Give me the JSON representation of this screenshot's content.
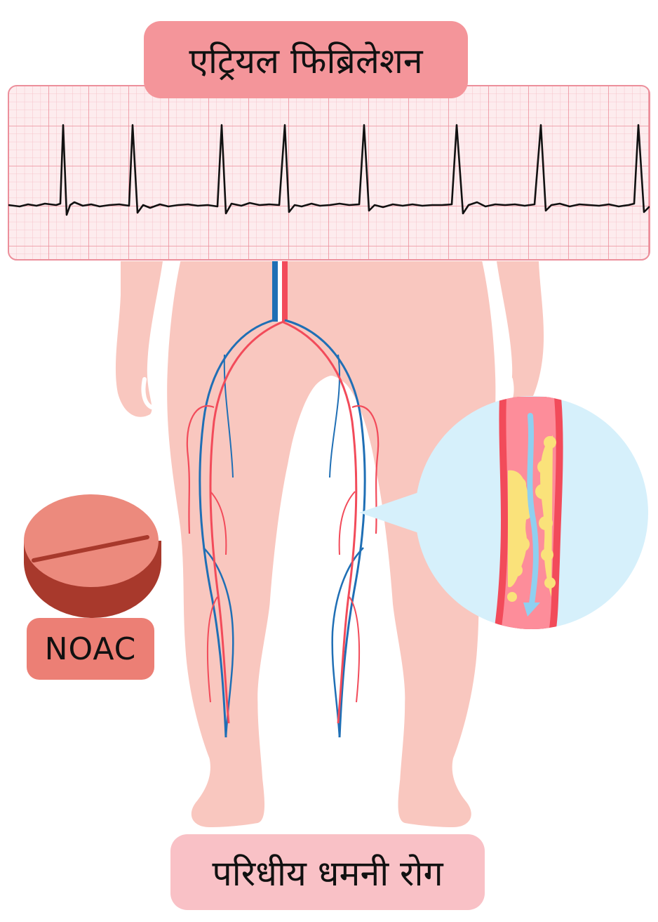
{
  "title": "एट्रियल फिब्रिलेशन",
  "bottom_label": "परिधीय धमनी रोग",
  "pill_label": "NOAC",
  "icons": {
    "ecg": "ecg-strip-icon",
    "legs": "human-legs-icon",
    "pill": "pill-tablet-icon",
    "artery": "artery-plaque-icon"
  },
  "colors": {
    "title_bg": "#f4959a",
    "bottom_bg": "#f9c1c6",
    "pill_label_bg": "#ec7f75",
    "pill_top": "#ec8a7d",
    "pill_side": "#a8392c",
    "skin": "#f9c7bf",
    "artery_red": "#f24b5a",
    "vein_blue": "#1f6fb5",
    "ecg_grid": "#f0a0aa",
    "ecg_bg": "#fdecee",
    "zoom_circle": "#d6f0fb",
    "plaque": "#fae27a"
  }
}
